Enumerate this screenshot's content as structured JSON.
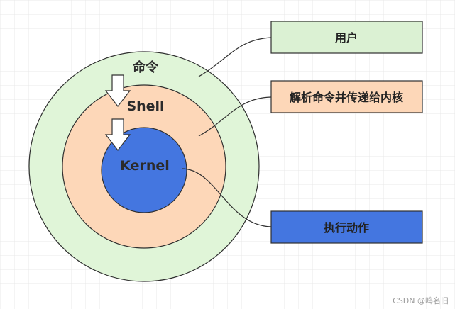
{
  "diagram": {
    "layers": {
      "outer_label": "命令",
      "middle_label": "Shell",
      "inner_label": "Kernel"
    },
    "boxes": {
      "user_label": "用户",
      "shell_desc_label": "解析命令并传递给内核",
      "kernel_desc_label": "执行动作"
    },
    "colors": {
      "outer_fill": "#e0f5d8",
      "middle_fill": "#fdd7b8",
      "inner_fill": "#4476e0",
      "user_box_fill": "#dbf1d3",
      "shell_box_fill": "#fdd7b8",
      "kernel_box_fill": "#4476e0",
      "grid": "#e8e8e8",
      "stroke": "#2f2f2f"
    }
  },
  "watermark": {
    "text": "CSDN @鸣名旧"
  }
}
